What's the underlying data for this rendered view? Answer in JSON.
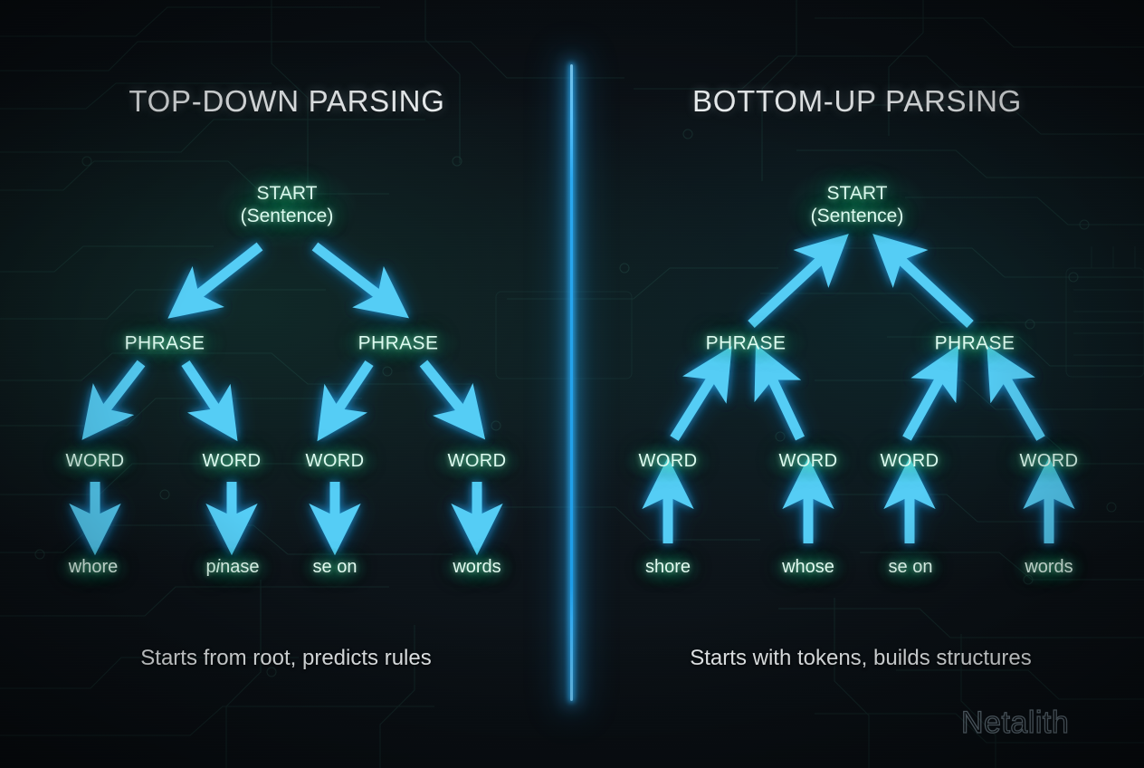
{
  "colors": {
    "background": "#0c1217",
    "arrow": "#55cdf5",
    "arrow_glow": "#1f8fd8",
    "divider": "#2aa8ef",
    "node_text": "#ddfbf0",
    "node_glow": "#28c88c",
    "title_text": "#f2f6f8",
    "caption_text": "#f1f5f7",
    "watermark_stroke": "#b0c8d6"
  },
  "left_panel": {
    "title": "TOP-DOWN PARSING",
    "caption": "Starts from root, predicts rules",
    "root": {
      "label": "START",
      "sub": "(Sentence)"
    },
    "phrases": [
      "PHRASE",
      "PHRASE"
    ],
    "words": [
      "WORD",
      "WORD",
      "WORD",
      "WORD"
    ],
    "leaves": [
      "whore",
      "pinase",
      "se on",
      "words"
    ],
    "direction": "downward"
  },
  "right_panel": {
    "title": "BOTTOM-UP PARSING",
    "caption": "Starts with tokens, builds structures",
    "root": {
      "label": "START",
      "sub": "(Sentence)"
    },
    "phrases": [
      "PHRASE",
      "PHRASE"
    ],
    "words": [
      "WORD",
      "WORD",
      "WORD",
      "WORD"
    ],
    "leaves": [
      "shore",
      "whose",
      "se on",
      "words"
    ],
    "direction": "upward"
  },
  "watermark": "Netalith"
}
